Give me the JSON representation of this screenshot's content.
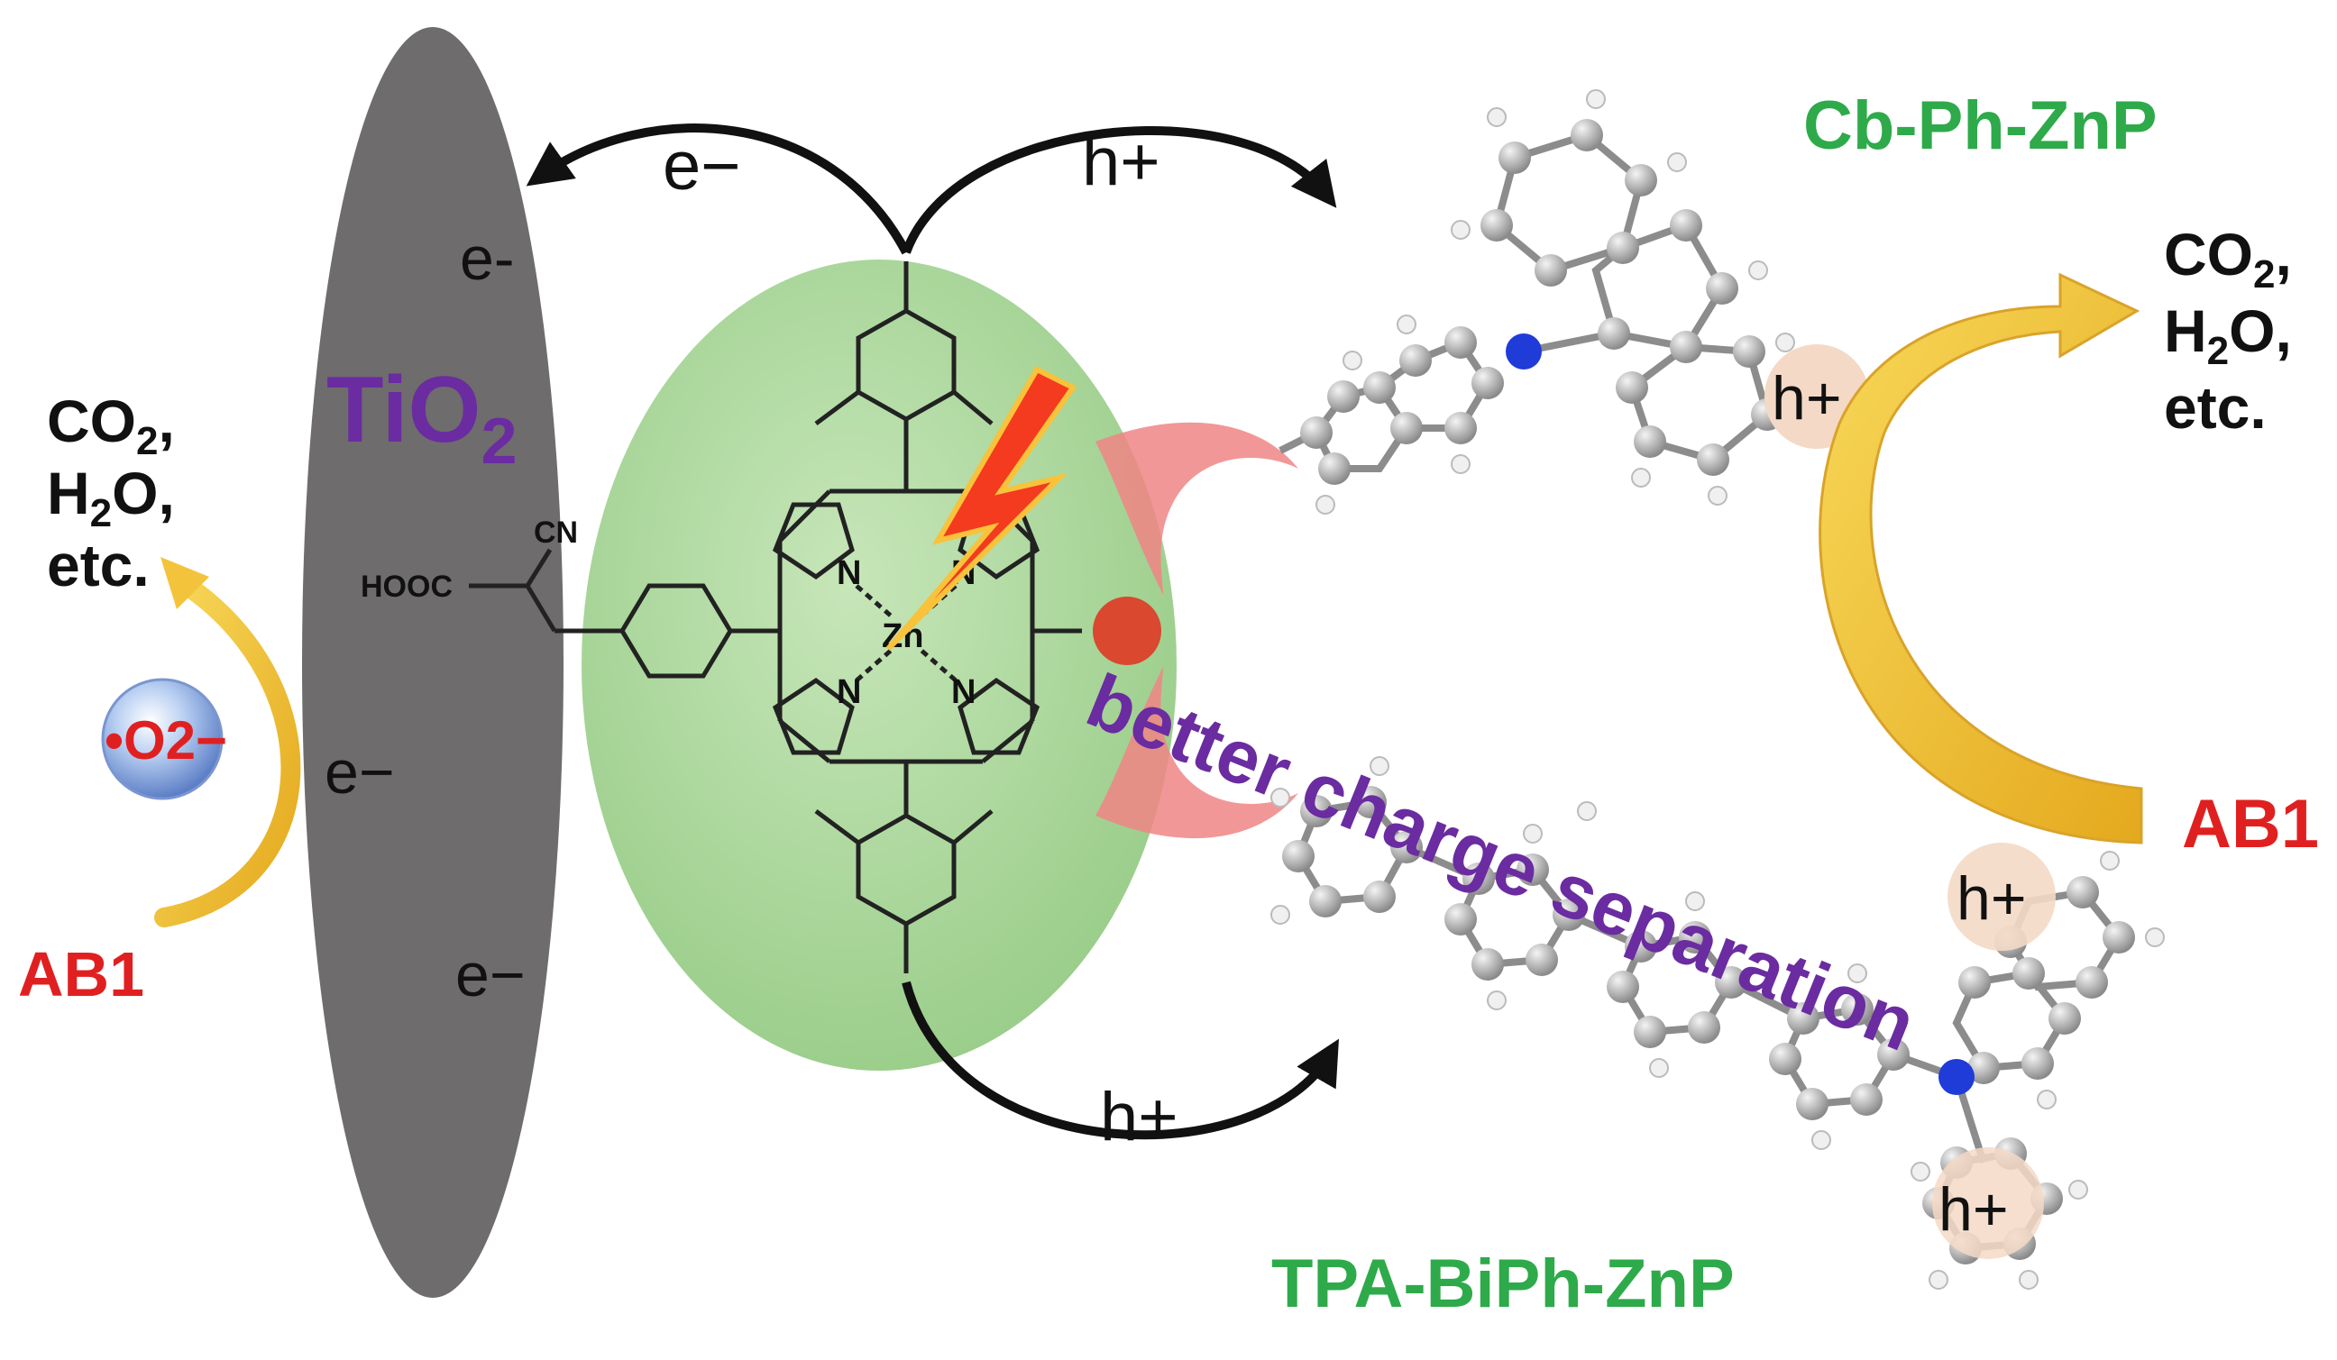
{
  "labels": {
    "tio2": "TiO2",
    "cb_ph_znp": "Cb-Ph-ZnP",
    "tpa_biph_znp": "TPA-BiPh-ZnP",
    "better_charge_separation": "better charge separation",
    "ab1_left": "AB1",
    "ab1_right": "AB1",
    "superoxide": "•O2−",
    "products_left": [
      "CO2,",
      "H2O,",
      "etc."
    ],
    "products_right": [
      "CO2,",
      "H2O,",
      "etc."
    ],
    "electron": "e−",
    "electron_small": "e-",
    "hole": "h+",
    "zn": "Zn",
    "n": "N",
    "hooc": "HOOC",
    "cn": "CN"
  },
  "colors": {
    "green_label": "#2eaa4a",
    "red_label": "#e02020",
    "purple": "#6a2ca0",
    "tio2_gray": "#6e6c6d",
    "porphyrin_green": "#a8d59a",
    "hole_bubble": "#f4d9c6",
    "yellow_arrow": "#f3c33c",
    "lightning": "#f43a1f"
  },
  "icons": [
    "lightning-icon",
    "curved-arrow-icon",
    "molecule-icon",
    "sphere-icon"
  ]
}
